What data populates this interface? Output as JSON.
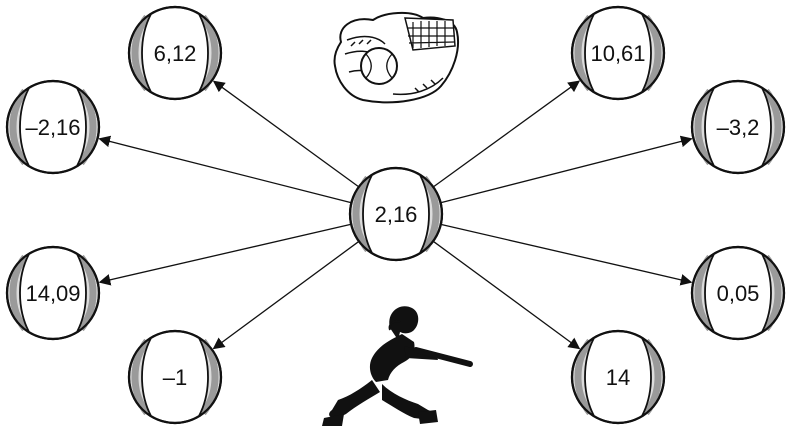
{
  "center": {
    "value": "2,16"
  },
  "targets": [
    {
      "value": "6,12"
    },
    {
      "value": "10,61"
    },
    {
      "value": "–2,16"
    },
    {
      "value": "–3,2"
    },
    {
      "value": "14,09"
    },
    {
      "value": "0,05"
    },
    {
      "value": "–1"
    },
    {
      "value": "14"
    }
  ],
  "decorations": {
    "top": "baseball-glove-icon",
    "bottom": "batter-icon"
  },
  "colors": {
    "outline": "#111111",
    "ball_fill": "#dcdcdc",
    "seam_gray": "#9a9a9a",
    "face_fill": "#ffffff"
  }
}
